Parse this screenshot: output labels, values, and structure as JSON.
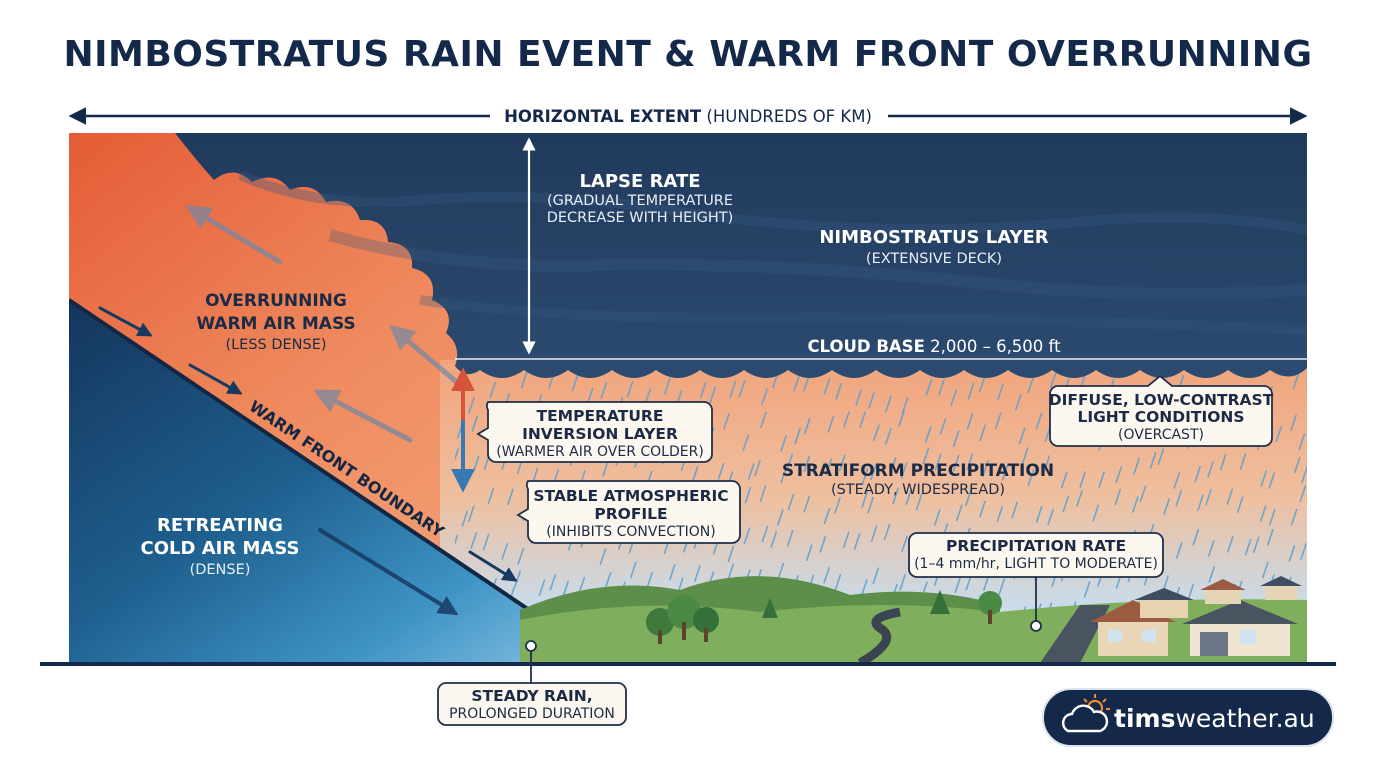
{
  "title": "NIMBOSTRATUS RAIN EVENT & WARM FRONT OVERRUNNING",
  "horizontal_extent": {
    "bold": "HORIZONTAL EXTENT",
    "normal": "(HUNDREDS OF KM)"
  },
  "lapse_rate": {
    "title": "LAPSE RATE",
    "line1": "(GRADUAL TEMPERATURE",
    "line2": "DECREASE WITH HEIGHT)"
  },
  "nimbostratus": {
    "title": "NIMBOSTRATUS LAYER",
    "sub": "(EXTENSIVE DECK)"
  },
  "cloud_base": {
    "bold": "CLOUD BASE",
    "value": "2,000 – 6,500 ft"
  },
  "warm_air": {
    "line1": "OVERRUNNING",
    "line2": "WARM AIR MASS",
    "sub": "(LESS DENSE)"
  },
  "cold_air": {
    "line1": "RETREATING",
    "line2": "COLD AIR MASS",
    "sub": "(DENSE)"
  },
  "front_boundary": "WARM FRONT BOUNDARY",
  "inversion": {
    "line1": "TEMPERATURE",
    "line2": "INVERSION LAYER",
    "sub": "(WARMER AIR OVER COLDER)"
  },
  "stable": {
    "line1": "STABLE ATMOSPHERIC",
    "line2": "PROFILE",
    "sub": "(INHIBITS CONVECTION)"
  },
  "diffuse": {
    "line1": "DIFFUSE, LOW-CONTRAST",
    "line2": "LIGHT CONDITIONS",
    "sub": "(OVERCAST)"
  },
  "stratiform": {
    "title": "STRATIFORM PRECIPITATION",
    "sub": "(STEADY, WIDESPREAD)"
  },
  "precip_rate": {
    "title": "PRECIPITATION RATE",
    "sub": "(1–4 mm/hr, LIGHT TO MODERATE)"
  },
  "steady_rain": {
    "line1": "STEADY RAIN,",
    "line2": "PROLONGED DURATION"
  },
  "brand": {
    "bold": "tims",
    "rest": "weather.au"
  },
  "colors": {
    "navy": "#14294a",
    "cloud": "#1f3656",
    "warm": "#e8643c",
    "cold": "#1a4a78",
    "rain": "#5b9fd0"
  },
  "icons": [
    "cloud-sun-icon"
  ]
}
